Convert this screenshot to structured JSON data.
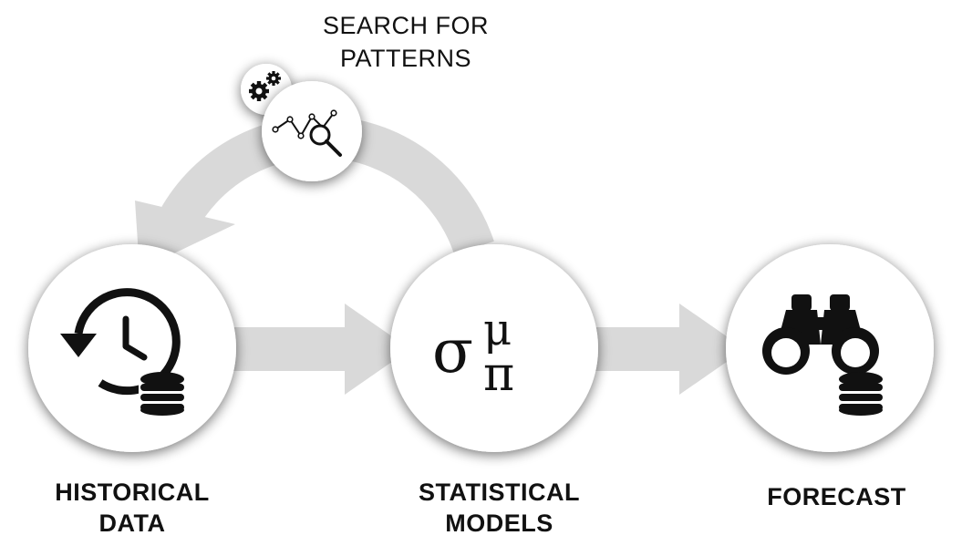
{
  "colors": {
    "arrow": "#d9d9d9",
    "circle": "#ffffff",
    "icon": "#111111",
    "text": "#111111"
  },
  "search": {
    "label_line1": "SEARCH FOR",
    "label_line2": "PATTERNS",
    "icon": "line-chart-magnifier-icon",
    "badge_icon": "gears-icon"
  },
  "nodes": [
    {
      "label_line1": "HISTORICAL",
      "label_line2": "DATA",
      "icon": "history-clock-icon",
      "sub_icon": "database-icon"
    },
    {
      "label_line1": "STATISTICAL",
      "label_line2": "MODELS",
      "icon": "sigma-mu-pi-icon",
      "symbols": [
        "σ",
        "μ",
        "π"
      ]
    },
    {
      "label_line1": "FORECAST",
      "icon": "binoculars-icon",
      "sub_icon": "database-icon"
    }
  ]
}
